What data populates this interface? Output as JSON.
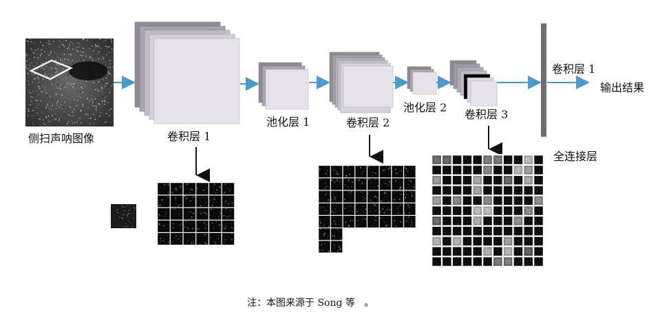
{
  "labels": {
    "input": "侧扫声呐图像",
    "conv1": "卷积层 1",
    "pool1": "池化层 1",
    "conv2": "卷积层 2",
    "pool2": "池化层 2",
    "conv3": "卷积层 3",
    "fc_top": "卷积层 1",
    "output": "输出结果",
    "fc": "全连接层"
  },
  "note": "注：本图来源于 Song 等   。",
  "colors": {
    "arrow": "#4a9bc9",
    "layer_front": "#e6e2ec",
    "layer_back": "#8f8a97",
    "fc_bar": "#6e6e72",
    "black_arrow": "#111111"
  }
}
